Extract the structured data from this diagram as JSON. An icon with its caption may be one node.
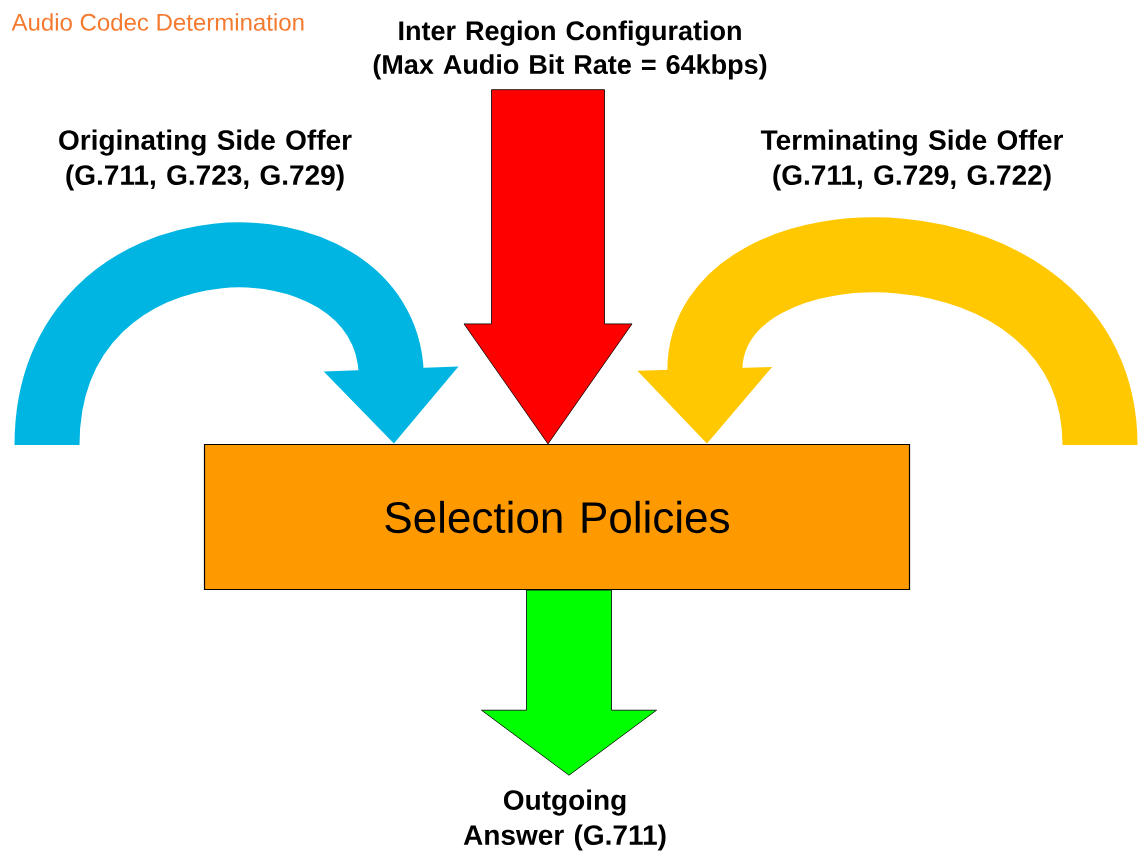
{
  "diagram": {
    "title": "Audio Codec Determination",
    "nodes": [
      {
        "text": [
          "Inter Region Configuration (Max Audio Bit Rate = 64kbps)"
        ]
      },
      {
        "text": [
          "Selection Policies"
        ]
      },
      {
        "text": [
          "Outgoing Answer (G.711)"
        ]
      }
    ],
    "edges": [
      {
        "from": null,
        "to": 1,
        "arrow": "to",
        "label": "Originating Side Offer (G.711, G.723, G.729)",
        "color": "#00b5e2"
      },
      {
        "from": 0,
        "to": 1,
        "arrow": "to",
        "color": "#ff0000"
      },
      {
        "from": null,
        "to": 1,
        "arrow": "to",
        "label": "Terminating Side Offer (G.711, G.729, G.722)",
        "color": "#ffc800"
      },
      {
        "from": 1,
        "to": 2,
        "arrow": "to",
        "color": "#00ff00"
      }
    ]
  }
}
